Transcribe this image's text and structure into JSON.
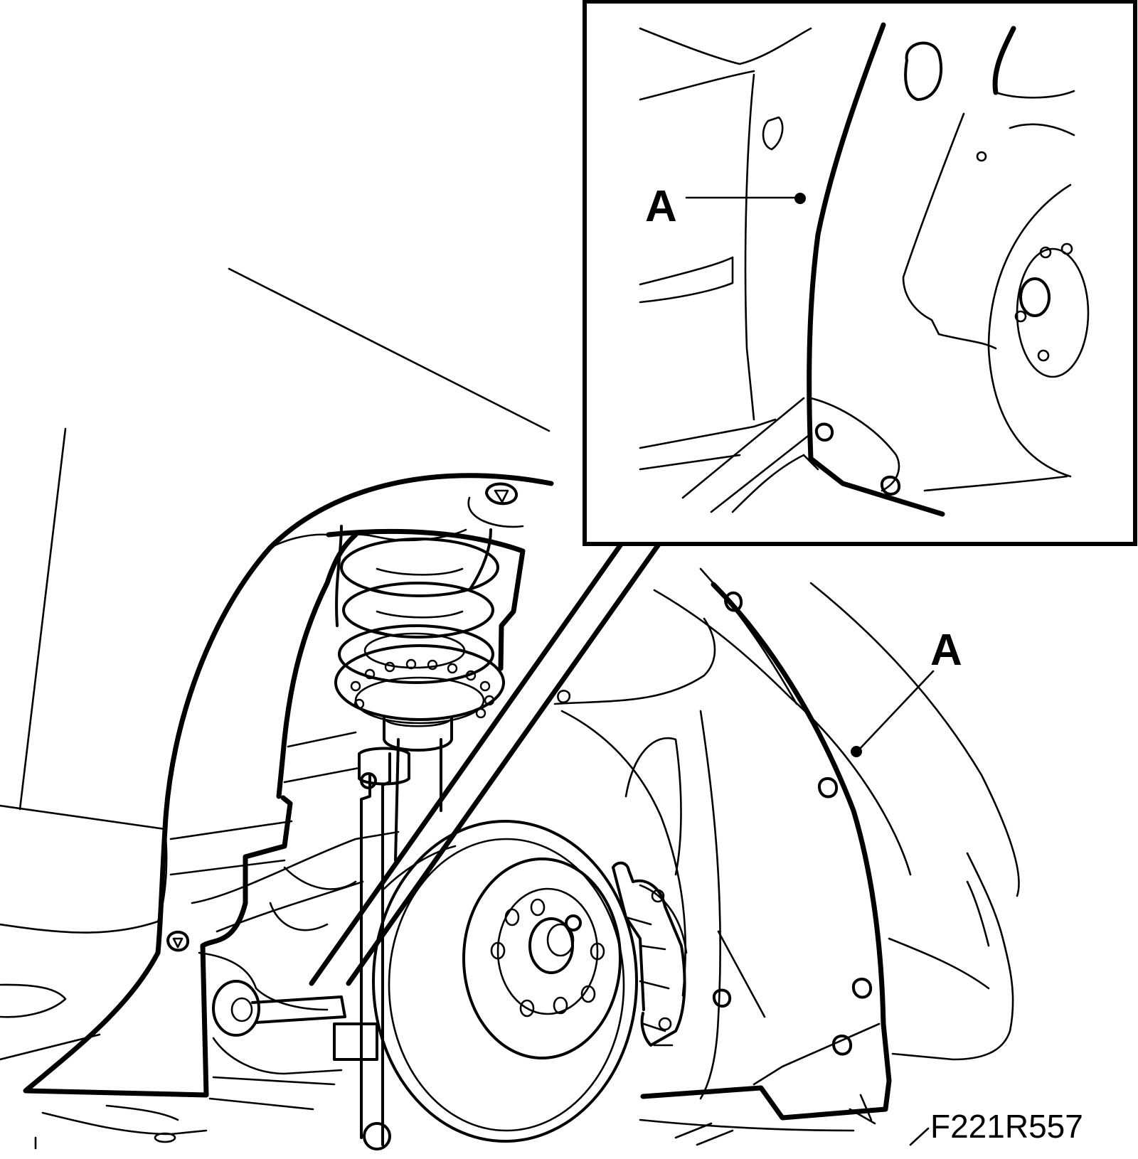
{
  "diagram": {
    "callouts": {
      "inset_label": "A",
      "main_label": "A"
    },
    "figure_code": "F221R557"
  }
}
